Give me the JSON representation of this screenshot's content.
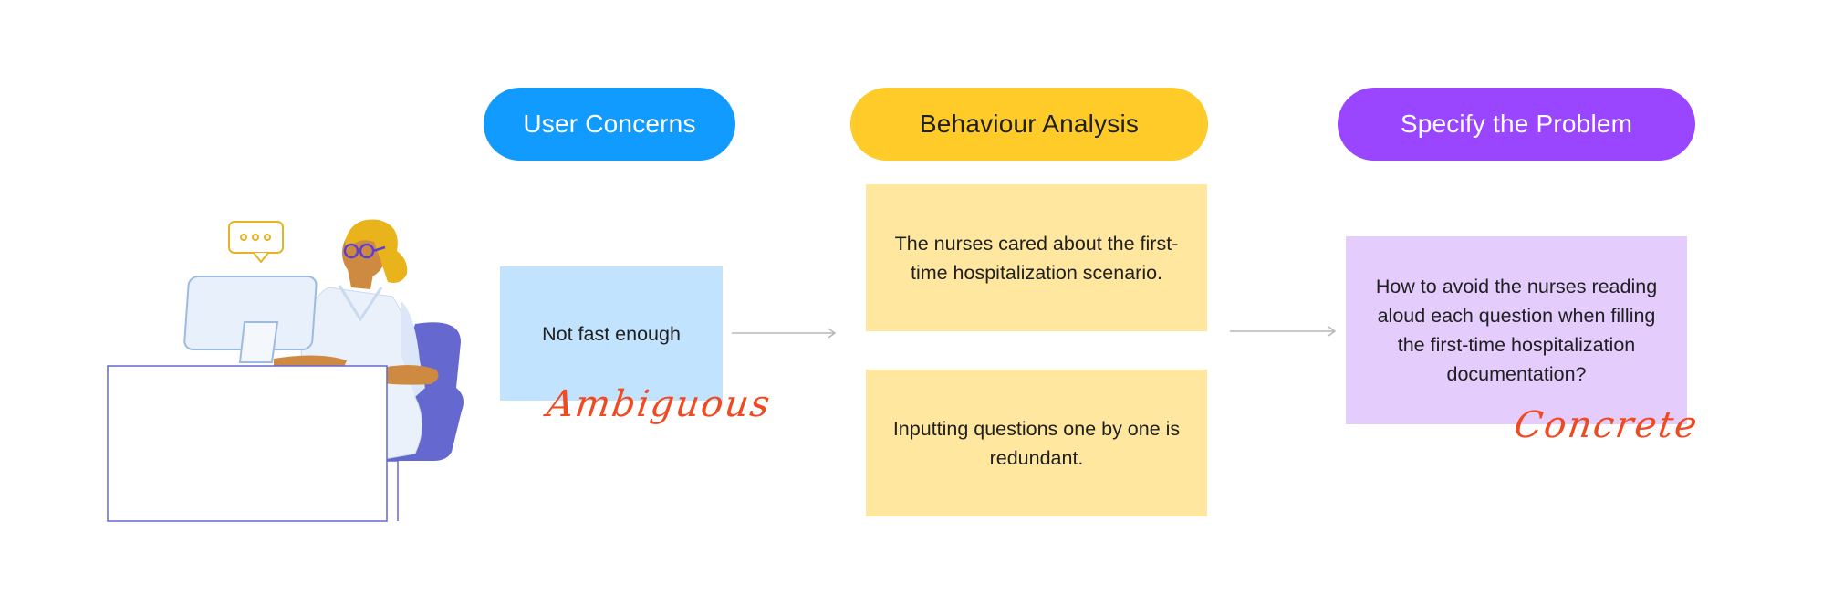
{
  "headers": {
    "user_concerns": "User Concerns",
    "behaviour_analysis": "Behaviour Analysis",
    "specify_problem": "Specify the Problem"
  },
  "notes": {
    "concern": "Not fast enough",
    "behaviour_1": "The nurses cared about the first-time hospitalization scenario.",
    "behaviour_2": "Inputting questions one by one is redundant.",
    "problem": "How to avoid the nurses reading aloud each question when filling the first-time hospitalization documentation?"
  },
  "annotations": {
    "ambiguous": "Ambiguous",
    "concrete": "Concrete"
  },
  "colors": {
    "blue_pill": "#129bff",
    "yellow_pill": "#ffcb29",
    "purple_pill": "#9a45ff",
    "blue_note": "#c2e3fd",
    "yellow_note": "#ffe79f",
    "purple_note": "#e4ccfd",
    "annotation_red": "#f04a23"
  },
  "illustration": {
    "icon": "nurse-at-computer-illustration"
  }
}
